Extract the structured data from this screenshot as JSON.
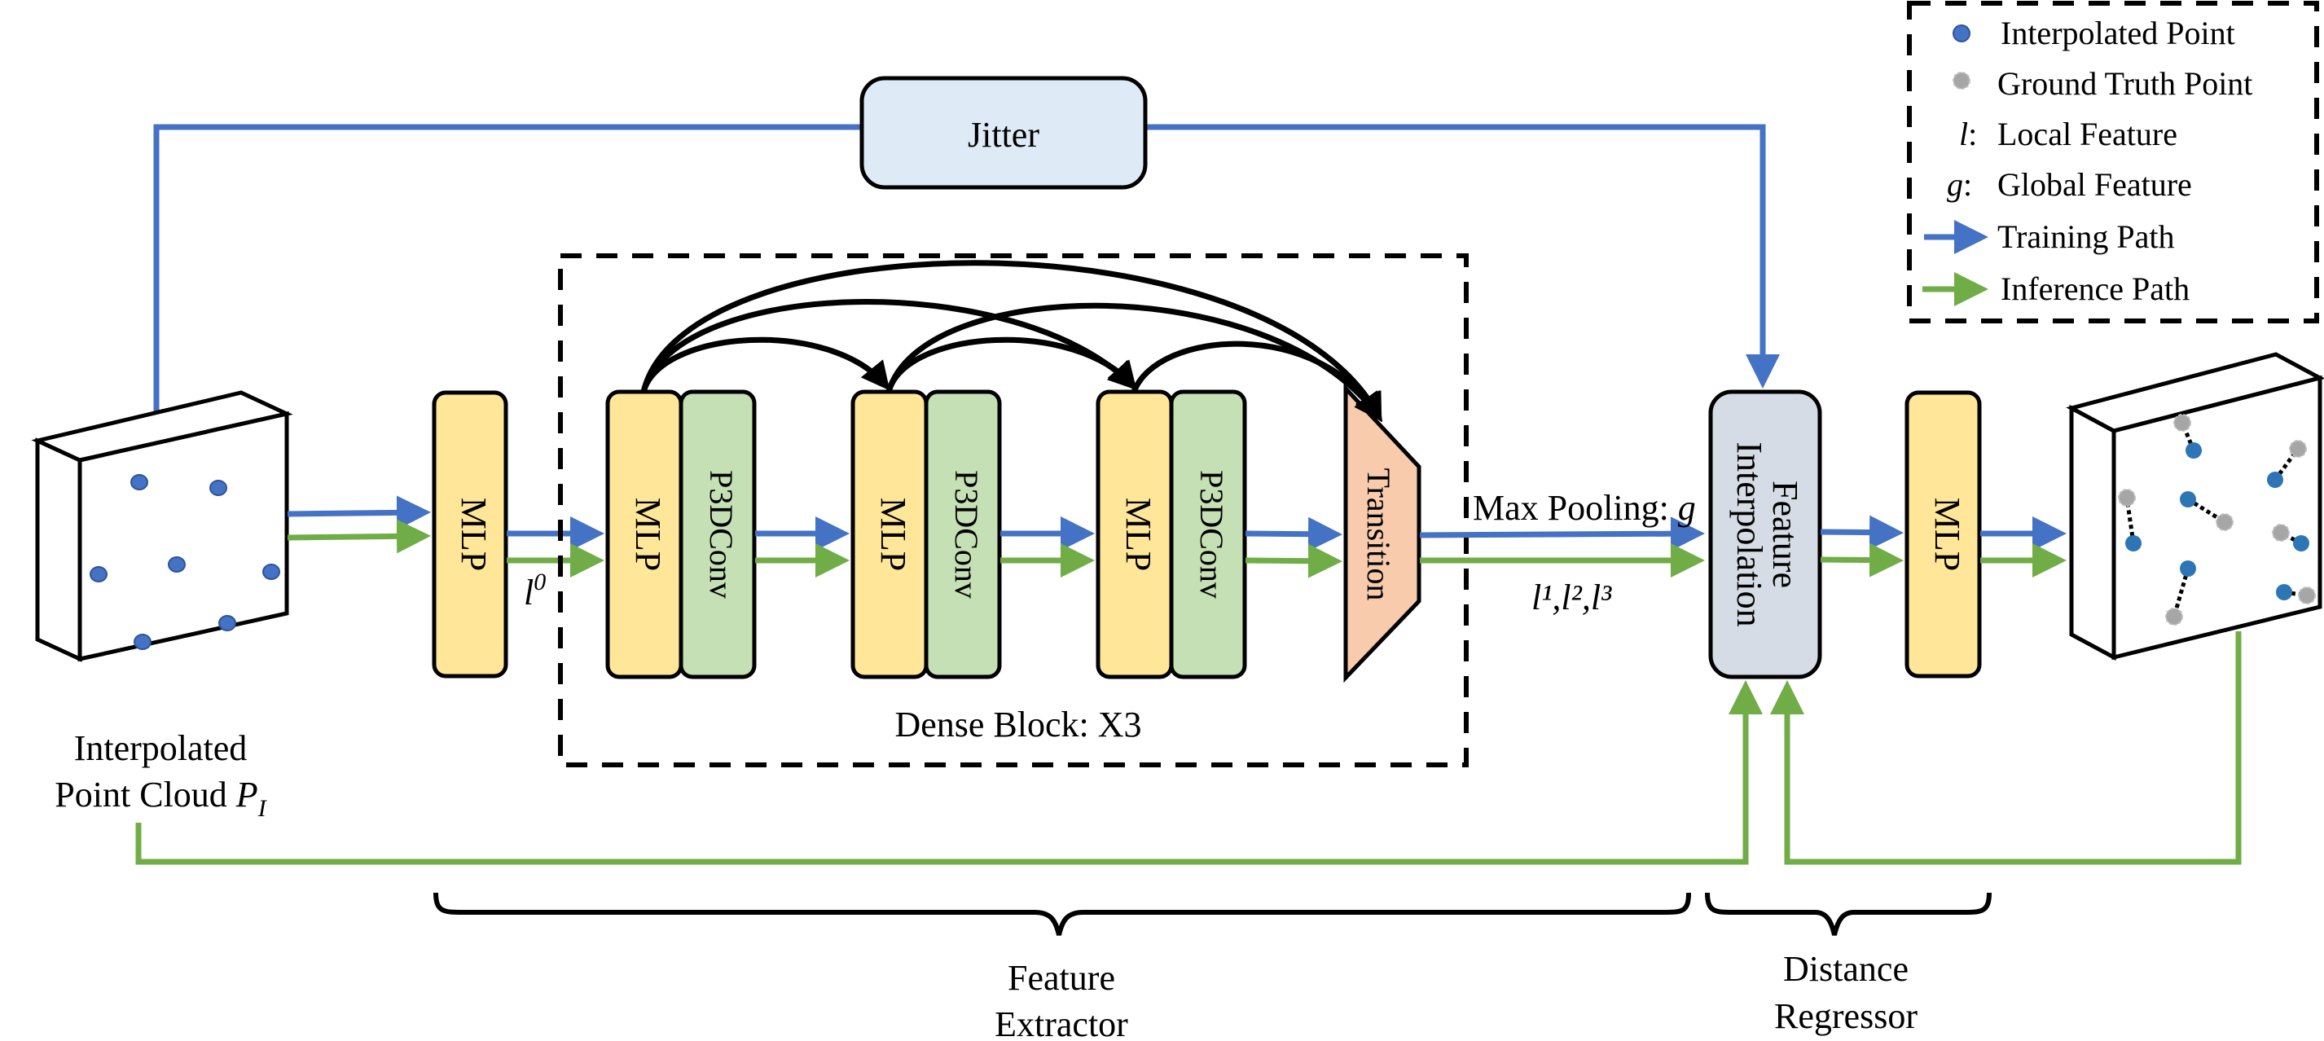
{
  "colors": {
    "training_path": "#4472C4",
    "inference_path": "#70AD47",
    "mlp_fill": "#FFE699",
    "p3dconv_fill": "#C5E0B4",
    "transition_fill": "#F8CBAD",
    "jitter_fill": "#DEEBF7",
    "feature_interp_fill": "#D6DCE5",
    "interpolated_point": "#4472C4",
    "ground_truth_point": "#A6A6A6"
  },
  "legend": {
    "items": [
      {
        "icon": "interpolated-point-icon",
        "symbol": "",
        "label": "Interpolated Point"
      },
      {
        "icon": "ground-truth-point-icon",
        "symbol": "",
        "label": "Ground Truth Point"
      },
      {
        "icon": "",
        "symbol": "l",
        "label": "Local Feature"
      },
      {
        "icon": "",
        "symbol": "g",
        "label": "Global Feature"
      },
      {
        "icon": "training-path-arrow-icon",
        "symbol": "",
        "label": "Training Path"
      },
      {
        "icon": "inference-path-arrow-icon",
        "symbol": "",
        "label": "Inference Path"
      }
    ]
  },
  "blocks": {
    "jitter": "Jitter",
    "mlp_input": "MLP",
    "dense_mlp": [
      "MLP",
      "MLP",
      "MLP"
    ],
    "dense_p3dconv": [
      "P3DConv",
      "P3DConv",
      "P3DConv"
    ],
    "transition": "Transition",
    "feature_interpolation": [
      "Feature",
      "Interpolation"
    ],
    "mlp_output": "MLP"
  },
  "labels": {
    "input_cloud": [
      "Interpolated",
      "Point Cloud "
    ],
    "input_cloud_symbol": "P",
    "input_cloud_subscript": "I",
    "l0_base": "l",
    "l0_sup": "0",
    "max_pooling": "Max Pooling: ",
    "max_pooling_symbol": "g",
    "local_features": "l¹,l²,l³",
    "dense_block": "Dense Block: X3",
    "feature_extractor": [
      "Feature",
      "Extractor"
    ],
    "distance_regressor": [
      "Distance",
      "Regressor"
    ]
  },
  "input_points_count": 7,
  "output_point_pairs_count": 7
}
